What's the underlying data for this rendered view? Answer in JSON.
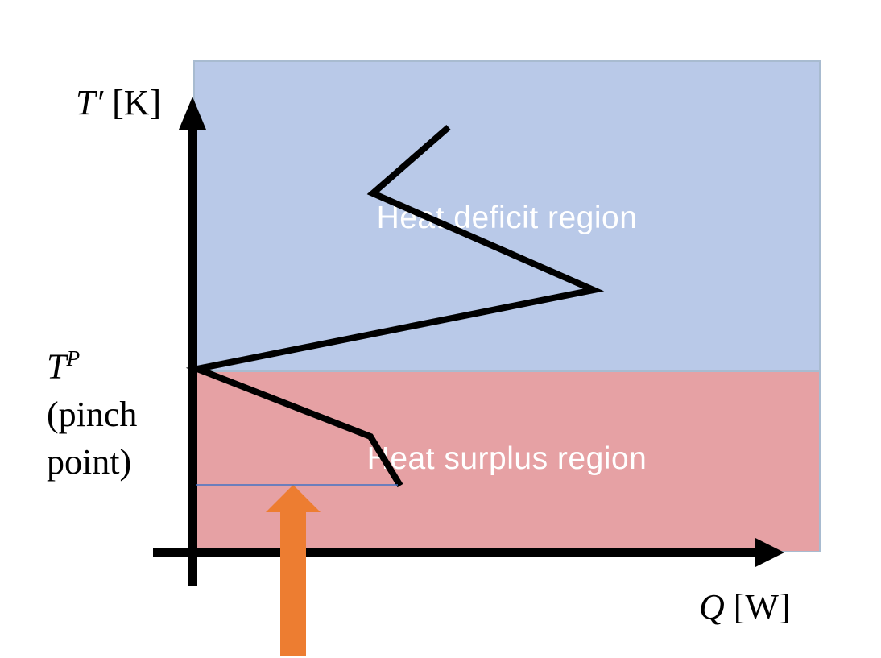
{
  "labels": {
    "y_axis": {
      "symbol": "T′",
      "unit": " [K]"
    },
    "x_axis": {
      "symbol": "Q",
      "unit": " [W]"
    },
    "pinch": {
      "symbol": "T",
      "sup": "P",
      "line2": "(pinch",
      "line3": "point)"
    }
  },
  "regions": {
    "deficit": {
      "label": "Heat deficit region",
      "fill": "#b9c9e8",
      "border": "#a8bbd0"
    },
    "surplus": {
      "label": "Heat surplus region",
      "fill": "#e6a1a4",
      "border": "#a8bbd0"
    }
  },
  "colors": {
    "axis": "#000000",
    "curve": "#000000",
    "up_arrow": "#ed7d31",
    "pinch_line": "#4472c4",
    "region_text": "#ffffff"
  },
  "figure": {
    "y_axis_line_d": "M239,150 L239,727",
    "y_axis_arrowhead_points": "239,120 222,161 256,161",
    "x_axis_line_d": "M190,686 L944,686",
    "x_axis_arrowhead_points": "974,686 938,668 938,704",
    "gcc_points": "557,158 463,240 737,360 245,458 460,542 497,603",
    "pinch_line_d": "M244,602 L494,602",
    "up_arrow_points": "364,602 330,636 348,636 348,814 380,814 380,636 398,636"
  }
}
